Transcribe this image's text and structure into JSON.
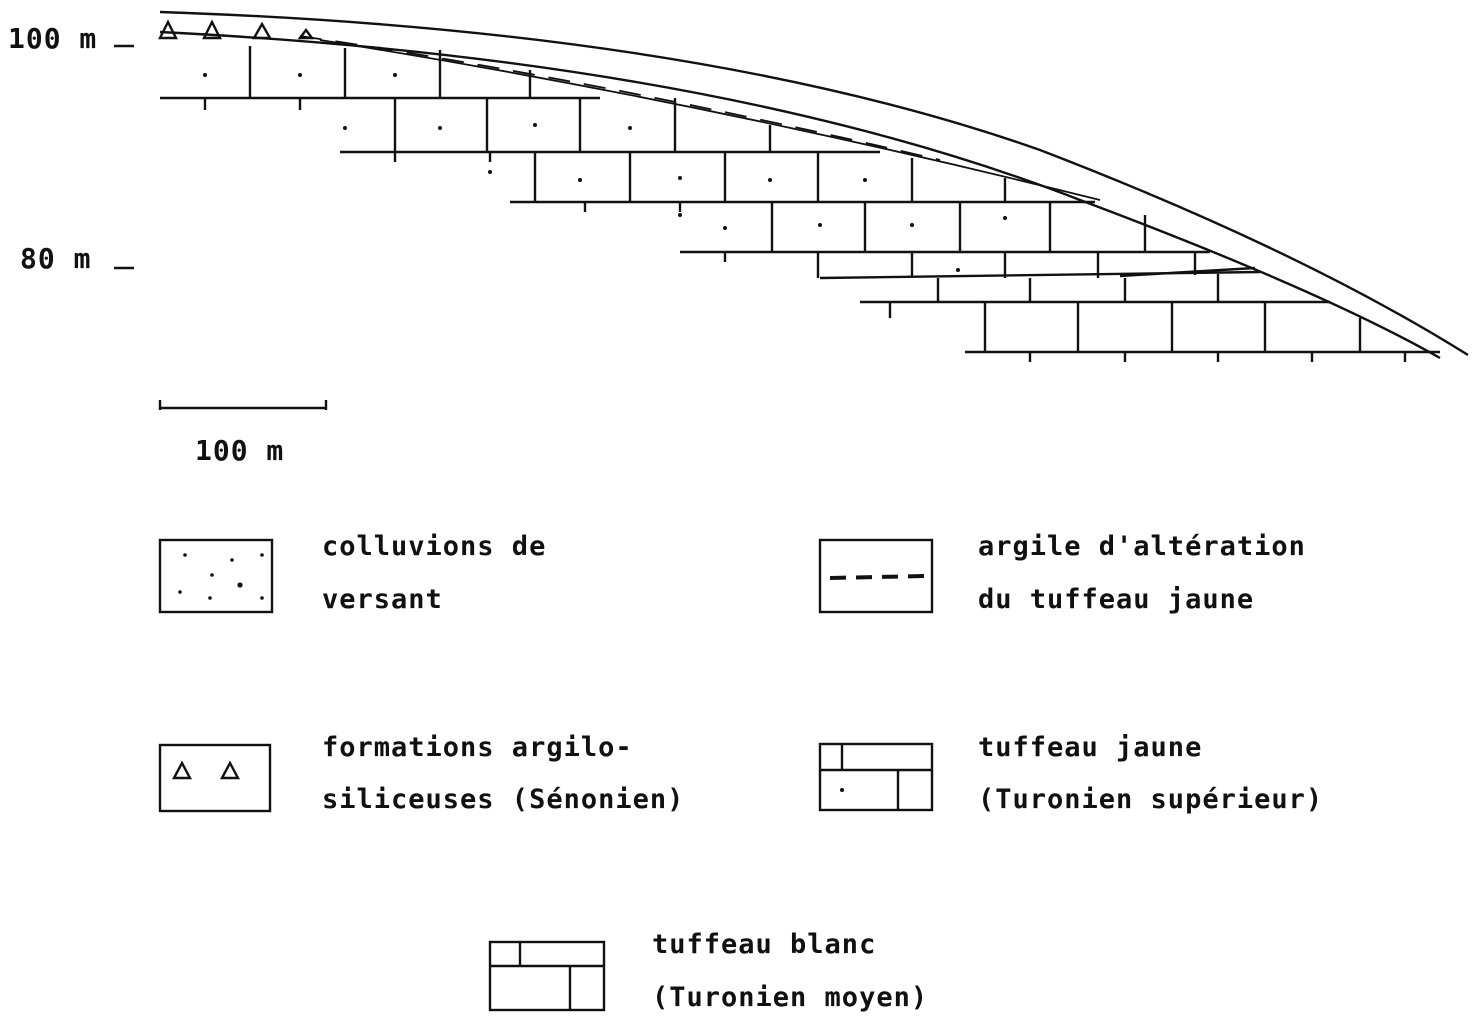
{
  "axis": {
    "elev_100": "100 m",
    "elev_80": "80 m"
  },
  "scale_bar": {
    "label": "100 m"
  },
  "legend": {
    "colluvions": {
      "line1": "colluvions de",
      "line2": "versant"
    },
    "argile": {
      "line1": "argile d'altération",
      "line2": "du tuffeau jaune"
    },
    "formations": {
      "line1": "formations argilo-",
      "line2": "siliceuses (Sénonien)"
    },
    "tuffeau_jaune": {
      "line1": "tuffeau jaune",
      "line2": "(Turonien supérieur)"
    },
    "tuffeau_blanc": {
      "line1": "tuffeau blanc",
      "line2": "(Turonien moyen)"
    }
  },
  "colors": {
    "ink": "#111111",
    "paper": "#ffffff"
  }
}
